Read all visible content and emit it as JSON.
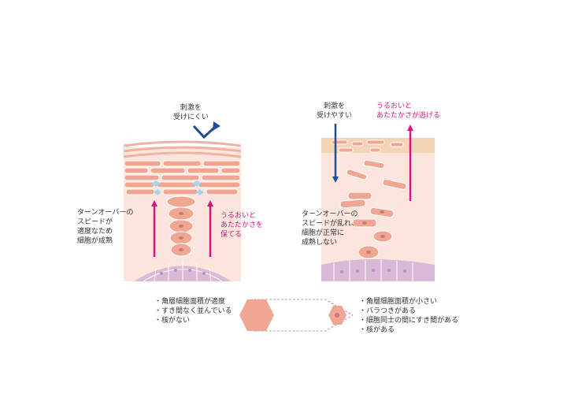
{
  "left_panel": {
    "stimulus_label": [
      "刺激を",
      "受けにくい"
    ],
    "moisture_label": [
      "うるおいと",
      "あたたかさを",
      "保てる"
    ],
    "turnover_label": [
      "ターンオーバーの",
      "スピードが",
      "適度なため",
      "細胞が成熟"
    ]
  },
  "right_panel": {
    "stimulus_label": [
      "刺激を",
      "受けやすい"
    ],
    "moisture_label": [
      "うるおいと",
      "あたたかさが逃げる"
    ],
    "turnover_label": [
      "ターンオーバーの",
      "スピードが乱れ、",
      "細胞が正常に",
      "成熟しない"
    ]
  },
  "legend": {
    "healthy_points": [
      "・角層細胞面積が適度",
      "・すき間なく並んでいる",
      "・核がない"
    ],
    "damaged_points": [
      "・角層細胞面積が小さい",
      "・バラつきがある",
      "・細胞同士の間にすき間がある",
      "・核がある"
    ]
  },
  "colors": {
    "skin_bg": "#fbe5dc",
    "cell_fill": "#f1a593",
    "basal_cell": "#d8b9d8",
    "stratum_band": "#f3d4b4",
    "pink_arrow": "#d8177a",
    "blue_arrow": "#1d4f95",
    "gap_blue": "#a8d4ee"
  }
}
